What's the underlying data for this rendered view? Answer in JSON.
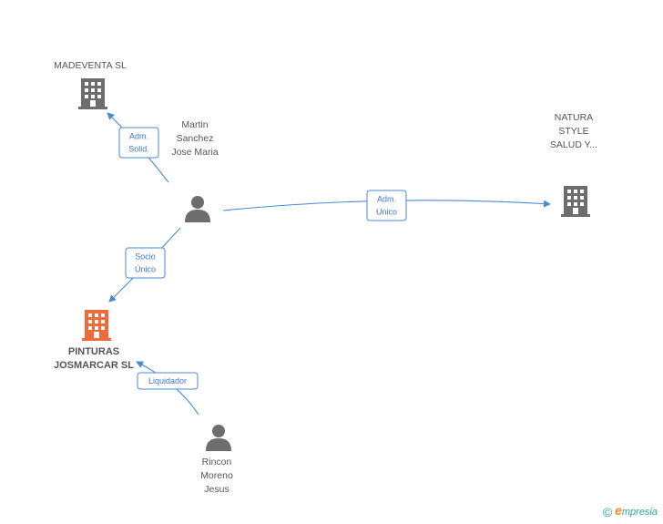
{
  "colors": {
    "edge": "#4a8ad8",
    "person": "#6d6d6d",
    "company": "#6d6d6d",
    "main_company": "#f06a3a"
  },
  "nodes": [
    {
      "id": "madeventa",
      "kind": "company",
      "icon": "building-icon",
      "label_lines": [
        "MADEVENTA SL"
      ]
    },
    {
      "id": "martin",
      "kind": "person",
      "icon": "person-icon",
      "label_lines": [
        "Martin",
        "Sanchez",
        "Jose Maria"
      ]
    },
    {
      "id": "natura",
      "kind": "company",
      "icon": "building-icon",
      "label_lines": [
        "NATURA",
        "STYLE",
        "SALUD Y..."
      ]
    },
    {
      "id": "pinturas",
      "kind": "main-company",
      "icon": "building-icon",
      "label_lines": [
        "PINTURAS",
        "JOSMARCAR SL"
      ]
    },
    {
      "id": "rincon",
      "kind": "person",
      "icon": "person-icon",
      "label_lines": [
        "Rincon",
        "Moreno",
        "Jesus"
      ]
    }
  ],
  "edges": [
    {
      "id": "martin-madeventa",
      "from": "martin",
      "to": "madeventa",
      "label_lines": [
        "Adm.",
        "Solid."
      ]
    },
    {
      "id": "martin-natura",
      "from": "martin",
      "to": "natura",
      "label_lines": [
        "Adm.",
        "Unico"
      ]
    },
    {
      "id": "martin-pinturas",
      "from": "martin",
      "to": "pinturas",
      "label_lines": [
        "Socio",
        "Único"
      ]
    },
    {
      "id": "rincon-pinturas",
      "from": "rincon",
      "to": "pinturas",
      "label_lines": [
        "Liquidador"
      ]
    }
  ],
  "branding": {
    "copyright_symbol": "©",
    "logo_initial": "e",
    "logo_rest": "mpresia"
  }
}
